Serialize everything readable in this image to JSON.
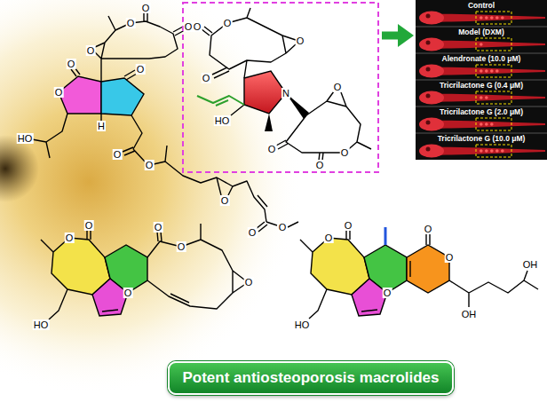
{
  "diagram": {
    "nodes": [
      {
        "text": [
          "Potent antiosteoporosis macrolides"
        ]
      }
    ],
    "labels": [
      "O",
      "O",
      "O",
      "O",
      "O",
      "O",
      "O",
      "H",
      "HO",
      "O",
      "O",
      "O",
      "O",
      "O",
      "O",
      "O",
      "O",
      "O",
      "N",
      "HO",
      "O",
      "O",
      "O",
      "O",
      "Control",
      "Model (DXM)",
      "Alendronate (10.0 μM)",
      "Tricrilactone G (0.4 μM)",
      "Tricrilactone G (2.0 μM)",
      "Tricrilactone G (10.0 μM)",
      "O",
      "O",
      "O",
      "O",
      "O",
      "O",
      "HO",
      "O",
      "O",
      "O",
      "O",
      "O",
      "OH",
      "OH",
      "HO"
    ]
  }
}
